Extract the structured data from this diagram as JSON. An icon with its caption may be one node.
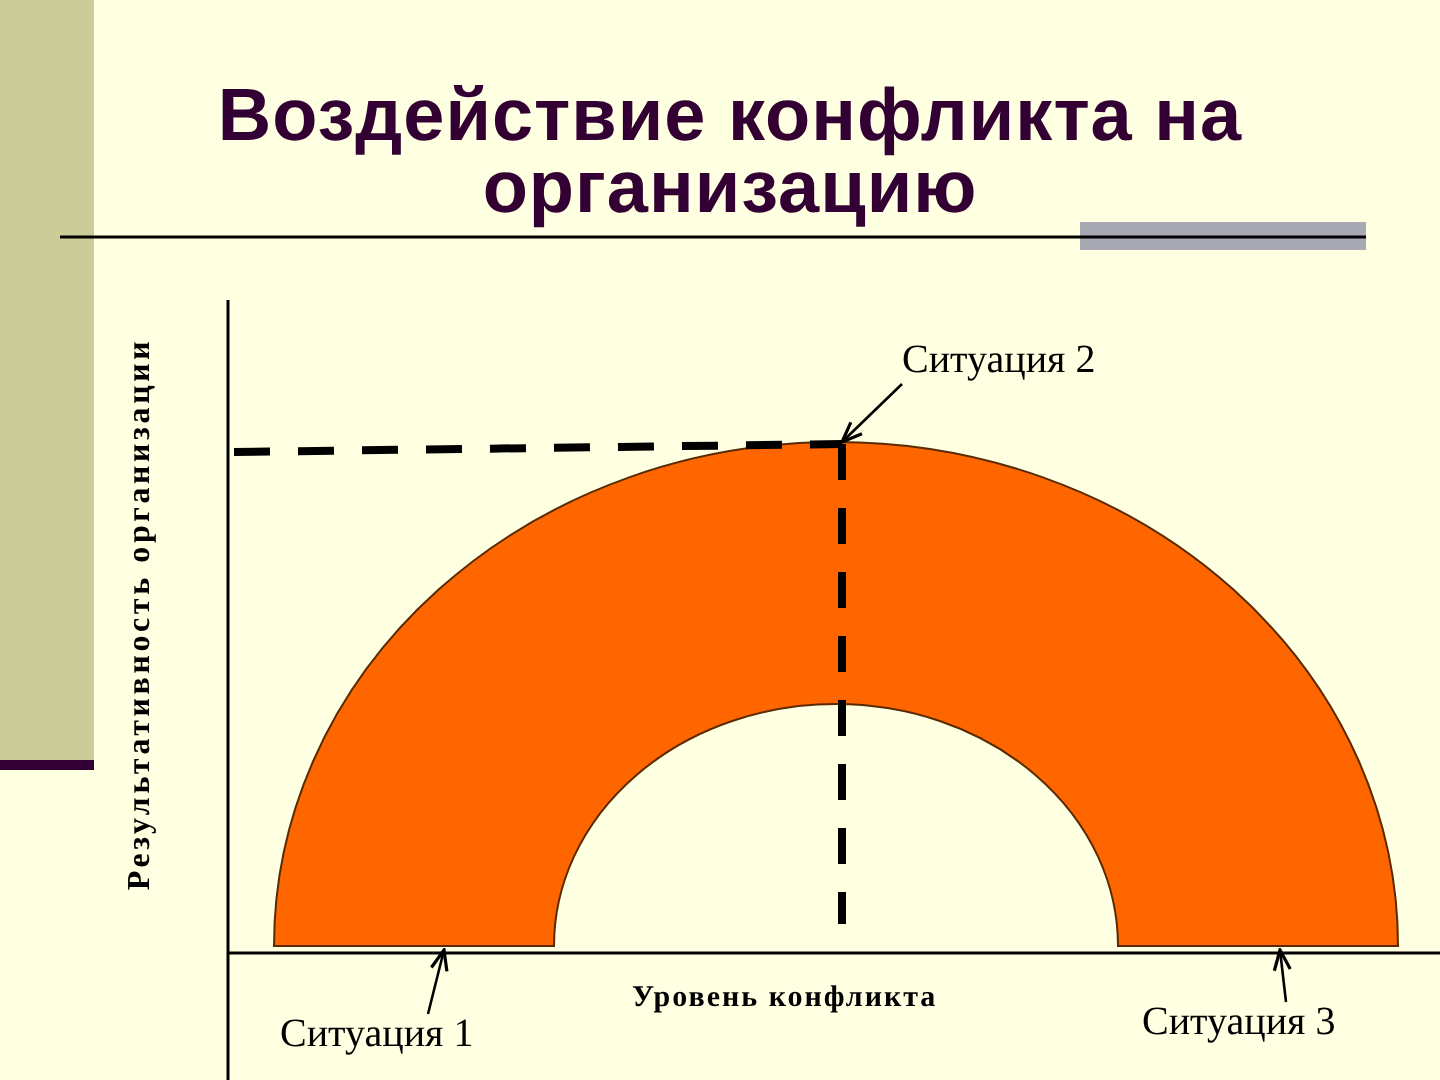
{
  "diagram": {
    "title": "Воздействие конфликта на организацию",
    "nodes": [
      {
        "text": [
          "Ситуация 2"
        ]
      },
      {
        "text": [],
        "shape": "arch"
      },
      {
        "text": [
          "Ситуация 1"
        ]
      },
      {
        "text": [
          "Ситуация 3"
        ]
      }
    ],
    "edges": [
      {
        "from": 0,
        "to": 1,
        "arrow": "to"
      },
      {
        "from": 2,
        "to": 1,
        "arrow": "to"
      },
      {
        "from": 3,
        "to": 1,
        "arrow": "to"
      }
    ],
    "labels": [
      "Результативность организации",
      "Уровень конфликта"
    ]
  }
}
